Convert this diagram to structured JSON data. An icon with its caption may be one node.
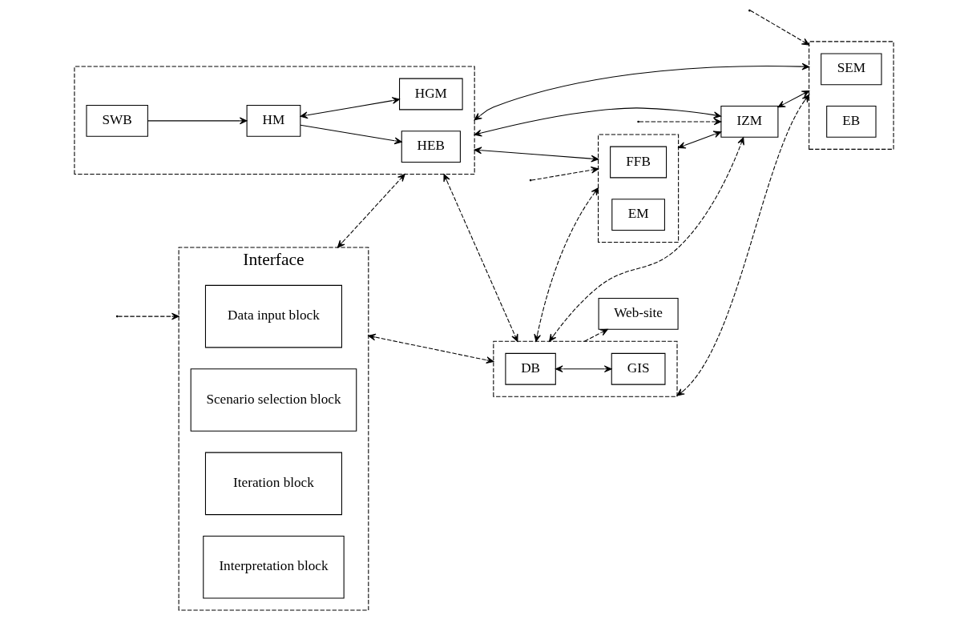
{
  "diagram": {
    "nodes": [
      {
        "text": [
          "Interface"
        ]
      },
      {
        "text": [
          "Data input block"
        ],
        "in": 0
      },
      {
        "text": [
          "Scenario selection block"
        ],
        "in": 0
      },
      {
        "text": [
          "Iteration block"
        ],
        "in": 0
      },
      {
        "text": [
          "Interpretation block"
        ],
        "in": 0
      },
      {
        "text": [],
        "shape": "box"
      },
      {
        "text": [
          "HEB"
        ],
        "in": 5
      },
      {
        "text": [
          "HM"
        ],
        "in": 5
      },
      {
        "text": [
          "HGM"
        ],
        "in": 5
      },
      {
        "text": [
          "SWB"
        ],
        "in": 5
      },
      {
        "text": [],
        "shape": "box"
      },
      {
        "text": [
          "FFB"
        ],
        "in": 10
      },
      {
        "text": [
          "EM"
        ],
        "in": 10
      },
      {
        "text": [
          "IZM"
        ]
      },
      {
        "text": [],
        "shape": "box"
      },
      {
        "text": [
          "DB"
        ],
        "in": 14
      },
      {
        "text": [
          "GIS"
        ],
        "in": 14
      },
      {
        "text": [
          "Web-site"
        ]
      },
      {
        "text": [],
        "shape": "box"
      },
      {
        "text": [
          "SEM"
        ],
        "in": 18
      },
      {
        "text": [
          "EB"
        ],
        "in": 18
      }
    ],
    "edges": [
      {
        "from": 0,
        "to": 5,
        "arrow": "both",
        "style": "dashed"
      },
      {
        "from": 0,
        "to": 14,
        "arrow": "both",
        "style": "dashed"
      },
      {
        "from": 7,
        "to": 6,
        "arrow": "to"
      },
      {
        "from": 7,
        "to": 8,
        "arrow": "both"
      },
      {
        "from": 9,
        "to": 7,
        "arrow": "to"
      },
      {
        "from": 5,
        "to": 10,
        "arrow": "both"
      },
      {
        "from": 5,
        "to": 13,
        "arrow": "both"
      },
      {
        "from": 10,
        "to": 13,
        "arrow": "both"
      },
      {
        "from": 5,
        "to": 14,
        "arrow": "both",
        "style": "dashed"
      },
      {
        "from": 14,
        "to": 10,
        "arrow": "both",
        "style": "dashed"
      },
      {
        "from": 15,
        "to": 16,
        "arrow": "both"
      },
      {
        "from": 14,
        "to": 13,
        "arrow": "both",
        "style": "dashed"
      },
      {
        "from": 14,
        "to": 18,
        "arrow": "both",
        "style": "dashed"
      },
      {
        "from": 14,
        "to": 17,
        "arrow": "to",
        "style": "dashed"
      },
      {
        "from": 13,
        "to": 18,
        "arrow": "both"
      },
      {
        "from": 18,
        "to": 5,
        "arrow": "both"
      },
      {
        "from": null,
        "to": 10,
        "arrow": "to",
        "style": "dashed"
      },
      {
        "from": null,
        "to": 13,
        "arrow": "to",
        "style": "dashed"
      },
      {
        "from": null,
        "to": 18,
        "arrow": "to",
        "style": "dashed"
      },
      {
        "from": null,
        "to": 0,
        "arrow": "to",
        "style": "dashed"
      }
    ]
  }
}
